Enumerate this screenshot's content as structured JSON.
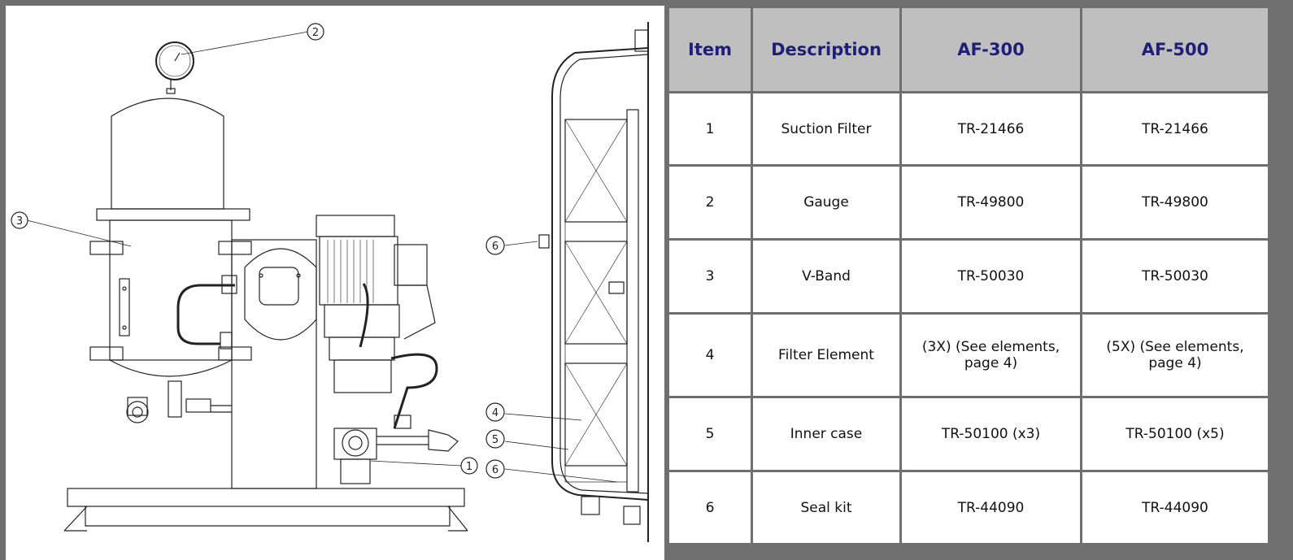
{
  "callouts": [
    "1",
    "2",
    "3",
    "4",
    "5",
    "6"
  ],
  "table": {
    "headers": [
      "Item",
      "Description",
      "AF-300",
      "AF-500"
    ],
    "rows": [
      [
        "1",
        "Suction Filter",
        "TR-21466",
        "TR-21466"
      ],
      [
        "2",
        "Gauge",
        "TR-49800",
        "TR-49800"
      ],
      [
        "3",
        "V-Band",
        "TR-50030",
        "TR-50030"
      ],
      [
        "4",
        "Filter Element",
        "(3X) (See elements, page 4)",
        "(5X) (See elements, page 4)"
      ],
      [
        "5",
        "Inner case",
        "TR-50100 (x3)",
        "TR-50100 (x5)"
      ],
      [
        "6",
        "Seal kit",
        "TR-44090",
        "TR-44090"
      ]
    ]
  },
  "colors": {
    "header_bg": "#bfbfbf",
    "header_text": "#1f1f7a",
    "frame": "#6f6f6f"
  }
}
